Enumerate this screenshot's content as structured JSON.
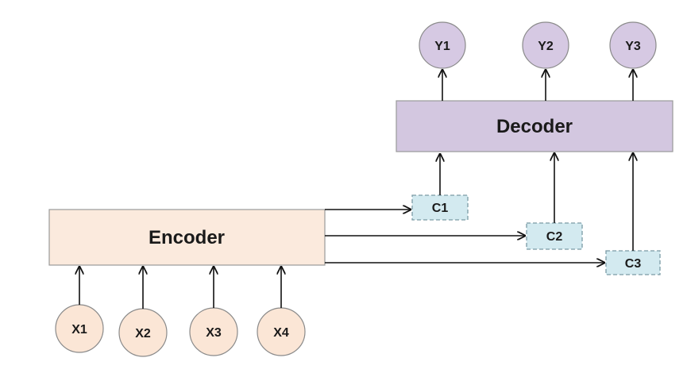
{
  "encoder": {
    "label": "Encoder",
    "fill": "#fbeadd",
    "stroke": "#9a9a9a"
  },
  "decoder": {
    "label": "Decoder",
    "fill": "#d3c7e0",
    "stroke": "#9a9a9a"
  },
  "inputs": [
    {
      "label": "X1"
    },
    {
      "label": "X2"
    },
    {
      "label": "X3"
    },
    {
      "label": "X4"
    }
  ],
  "outputs": [
    {
      "label": "Y1"
    },
    {
      "label": "Y2"
    },
    {
      "label": "Y3"
    }
  ],
  "contexts": [
    {
      "label": "C1"
    },
    {
      "label": "C2"
    },
    {
      "label": "C3"
    }
  ],
  "colors": {
    "input_fill": "#fbe6d6",
    "output_fill": "#d6c9e3",
    "context_fill": "#d3eaf0",
    "context_stroke": "#7a9aa5",
    "node_stroke": "#8a8a8a",
    "arrow": "#111111"
  }
}
